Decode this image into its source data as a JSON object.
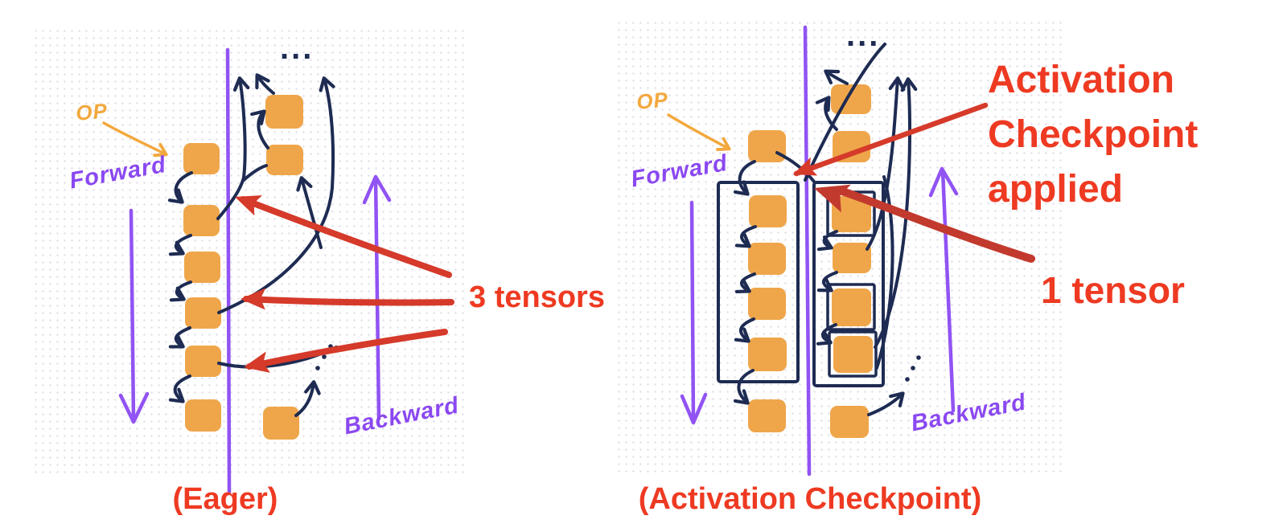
{
  "figure": {
    "eager": {
      "caption": "(Eager)",
      "op": "OP",
      "forward": "Forward",
      "backward": "Backward",
      "ellipsis_top": "...",
      "tensors_note": "3 tensors"
    },
    "checkpoint": {
      "caption": "(Activation Checkpoint)",
      "op": "OP",
      "forward": "Forward",
      "backward": "Backward",
      "ellipsis_top": "...",
      "heading": "Activation Checkpoint applied",
      "tensors_note": "1 tensor"
    },
    "colors": {
      "op_block_orange": "#efa64a",
      "flow_purple": "#9153f3",
      "ink_navy": "#1e2b52",
      "annotation_red": "#ee3a22",
      "arrow_red": "#d53a2a"
    }
  }
}
